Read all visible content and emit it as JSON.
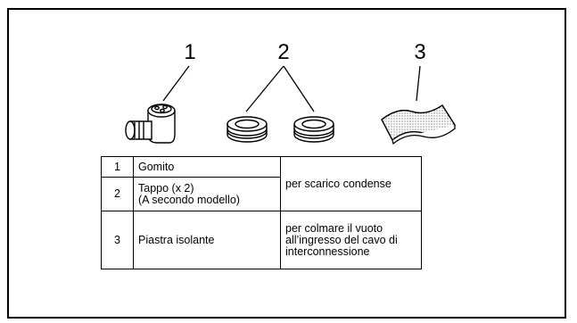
{
  "callouts": [
    "1",
    "2",
    "3"
  ],
  "table": {
    "rows": [
      {
        "num": "1",
        "name_lines": [
          "Gomito"
        ]
      },
      {
        "num": "2",
        "name_lines": [
          "Tappo (x 2)",
          "(A secondo modello)"
        ]
      },
      {
        "num": "3",
        "name_lines": [
          "Piastra isolante"
        ]
      }
    ],
    "use_drain": "per scarico condense",
    "use_insulation_lines": [
      "per colmare il vuoto",
      "all’ingresso del cavo di",
      "interconnessione"
    ]
  }
}
